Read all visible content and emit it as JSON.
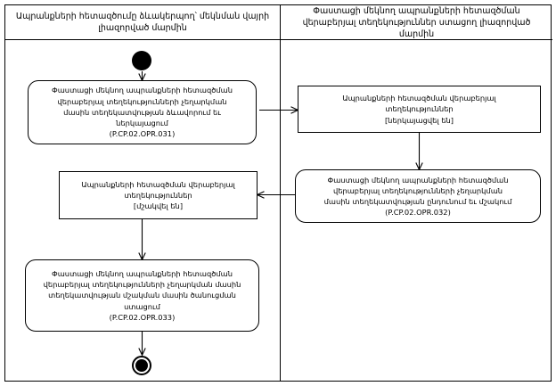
{
  "diagram": {
    "type": "uml-activity-swimlane",
    "lanes": [
      {
        "id": "lane-left",
        "header": "Ապրանքների հետազծումը ձևակերպող՝ մեկնման վայրի լիազորված մարմին"
      },
      {
        "id": "lane-right",
        "header": "Փաստացի մեկնող ապրանքների հետազծման վերաբերյալ տեղեկություններ ստացող լիազորված մարմին"
      }
    ],
    "nodes": {
      "start": {
        "kind": "initial-node",
        "label": ""
      },
      "end": {
        "kind": "final-node",
        "label": ""
      },
      "left_action_1": {
        "kind": "action",
        "lines": [
          "Փաստացի մեկնող ապրանքների հետազծման",
          "վերաբերյալ տեղեկությունների չեղարկման",
          "մասին տեղեկատվության ձևավորում եւ",
          "ներկայացում",
          "(P.CP.02.OPR.031)"
        ]
      },
      "right_object_1": {
        "kind": "object",
        "lines": [
          "Ապրանքների հետազծման վերաբերյալ",
          "տեղեկություններ",
          "[ներկայացվել են]"
        ]
      },
      "right_action_1": {
        "kind": "action",
        "lines": [
          "Փաստացի մեկնող ապրանքների հետազծման",
          "վերաբերյալ տեղեկությունների չեղարկման",
          "մասին տեղեկատվության ընդունում եւ մշակում",
          "(P.CP.02.OPR.032)"
        ]
      },
      "left_object_1": {
        "kind": "object",
        "lines": [
          "Ապրանքների հետազծման վերաբերյալ",
          "տեղեկություններ",
          "[մշակվել են]"
        ]
      },
      "left_action_2": {
        "kind": "action",
        "lines": [
          "Փաստացի մեկնող ապրանքների հետազծման",
          "վերաբերյալ տեղեկությունների չեղարկման մասին",
          "տեղեկատվության մշակման մասին ծանուցման",
          "ստացում",
          "(P.CP.02.OPR.033)"
        ]
      }
    },
    "colors": {
      "line": "#000000",
      "background": "#ffffff",
      "text": "#000000"
    }
  }
}
